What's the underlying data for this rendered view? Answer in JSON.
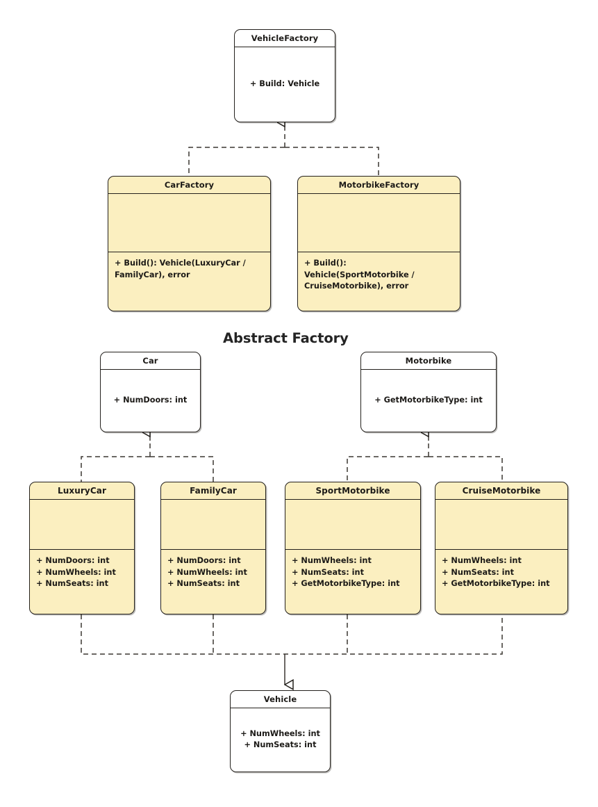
{
  "diagram": {
    "caption": "Abstract Factory",
    "colors": {
      "box_fill_concrete": "#fbefc0",
      "box_fill_interface": "#ffffff",
      "stroke": "#23201c",
      "text": "#1c1a17"
    },
    "classes": [
      {
        "id": "vehicle-factory",
        "name": "VehicleFactory",
        "fill": "interface",
        "members": [
          "+ Build: Vehicle"
        ],
        "member_layout": "middle-centered",
        "has_attribute_compartment": false
      },
      {
        "id": "car-factory",
        "name": "CarFactory",
        "fill": "concrete",
        "members": [
          "+ Build(): Vehicle(LuxuryCar / FamilyCar), error"
        ],
        "member_layout": "bottom",
        "has_attribute_compartment": true
      },
      {
        "id": "motorbike-factory",
        "name": "MotorbikeFactory",
        "fill": "concrete",
        "members": [
          "+ Build(): Vehicle(SportMotorbike / CruiseMotorbike), error"
        ],
        "member_layout": "bottom",
        "has_attribute_compartment": true
      },
      {
        "id": "car",
        "name": "Car",
        "fill": "interface",
        "members": [
          "+ NumDoors: int"
        ],
        "member_layout": "middle-centered",
        "has_attribute_compartment": false
      },
      {
        "id": "motorbike",
        "name": "Motorbike",
        "fill": "interface",
        "members": [
          "+ GetMotorbikeType: int"
        ],
        "member_layout": "middle-centered",
        "has_attribute_compartment": false
      },
      {
        "id": "luxury-car",
        "name": "LuxuryCar",
        "fill": "concrete",
        "members": [
          "+ NumDoors: int",
          "+ NumWheels: int",
          "+ NumSeats: int"
        ],
        "member_layout": "bottom",
        "has_attribute_compartment": true
      },
      {
        "id": "family-car",
        "name": "FamilyCar",
        "fill": "concrete",
        "members": [
          "+ NumDoors: int",
          "+ NumWheels: int",
          "+ NumSeats: int"
        ],
        "member_layout": "bottom",
        "has_attribute_compartment": true
      },
      {
        "id": "sport-motorbike",
        "name": "SportMotorbike",
        "fill": "concrete",
        "members": [
          "+ NumWheels: int",
          "+ NumSeats: int",
          "+ GetMotorbikeType: int"
        ],
        "member_layout": "bottom",
        "has_attribute_compartment": true
      },
      {
        "id": "cruise-motorbike",
        "name": "CruiseMotorbike",
        "fill": "concrete",
        "members": [
          "+ NumWheels: int",
          "+ NumSeats: int",
          "+ GetMotorbikeType: int"
        ],
        "member_layout": "bottom",
        "has_attribute_compartment": true
      },
      {
        "id": "vehicle",
        "name": "Vehicle",
        "fill": "interface",
        "members": [
          "+ NumWheels: int",
          "+ NumSeats: int"
        ],
        "member_layout": "middle-centered",
        "has_attribute_compartment": false
      }
    ],
    "relationships": [
      {
        "type": "realization",
        "from": [
          "CarFactory",
          "MotorbikeFactory"
        ],
        "to": "VehicleFactory"
      },
      {
        "type": "realization",
        "from": [
          "LuxuryCar",
          "FamilyCar"
        ],
        "to": "Car"
      },
      {
        "type": "realization",
        "from": [
          "SportMotorbike",
          "CruiseMotorbike"
        ],
        "to": "Motorbike"
      },
      {
        "type": "realization",
        "from": [
          "LuxuryCar",
          "FamilyCar",
          "SportMotorbike",
          "CruiseMotorbike"
        ],
        "to": "Vehicle"
      }
    ]
  }
}
